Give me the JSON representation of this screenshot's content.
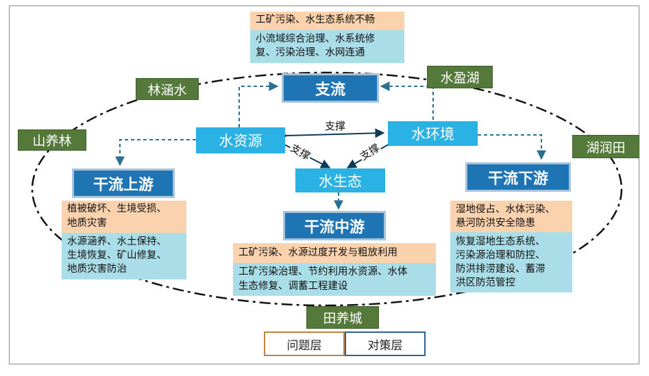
{
  "places": {
    "linhanshui": "林涵水",
    "shuiyinghu": "水盈湖",
    "shanyanglin": "山养林",
    "hurutian": "湖润田",
    "tianyangcheng": "田养城"
  },
  "nodes": {
    "shuiziyuan": "水资源",
    "shuihuanjing": "水环境",
    "shuishengtai": "水生态"
  },
  "headlines": {
    "zhiliu": "支流",
    "upstream": "干流上游",
    "midstream": "干流中游",
    "downstream": "干流下游"
  },
  "edges": {
    "top": "支撑",
    "left": "支撑",
    "right": "支撑"
  },
  "panels": {
    "zhiliu": {
      "problem": "工矿污染、水生态系统不畅",
      "strategy": [
        "小流域综合治理、水系统修",
        "复、污染治理、水网连通"
      ]
    },
    "upstream": {
      "problem": [
        "植被破坏、生境受损、",
        "地质灾害"
      ],
      "strategy": [
        "水源涵养、水土保持、",
        "生境恢复、矿山修复、",
        "地质灾害防治"
      ]
    },
    "midstream": {
      "problem": "工矿污染、水源过度开发与粗放利用",
      "strategy": [
        "工矿污染治理、节约利用水资源、水体",
        "生态修复、调蓄工程建设"
      ]
    },
    "downstream": {
      "problem": [
        "湿地侵占、水体污染、",
        "悬河防洪安全隐患"
      ],
      "strategy": [
        "恢复湿地生态系统、",
        "污染源治理和防控、",
        "防洪排涝建设、蓄滞",
        "洪区防范管控"
      ]
    }
  },
  "legend": {
    "problem_label": "问题层",
    "strategy_label": "对策层"
  },
  "colors": {
    "place_green": "#54793a",
    "node_cyan": "#2ab2e4",
    "headline_blue": "#1f74b4",
    "problem_orange": "#fbd2ae",
    "strategy_blue": "#a9dde8",
    "connector": "#2b7090",
    "ellipse": "#111111",
    "legend_problem_border": "#c0823c",
    "legend_strategy_border": "#2f5f96"
  }
}
